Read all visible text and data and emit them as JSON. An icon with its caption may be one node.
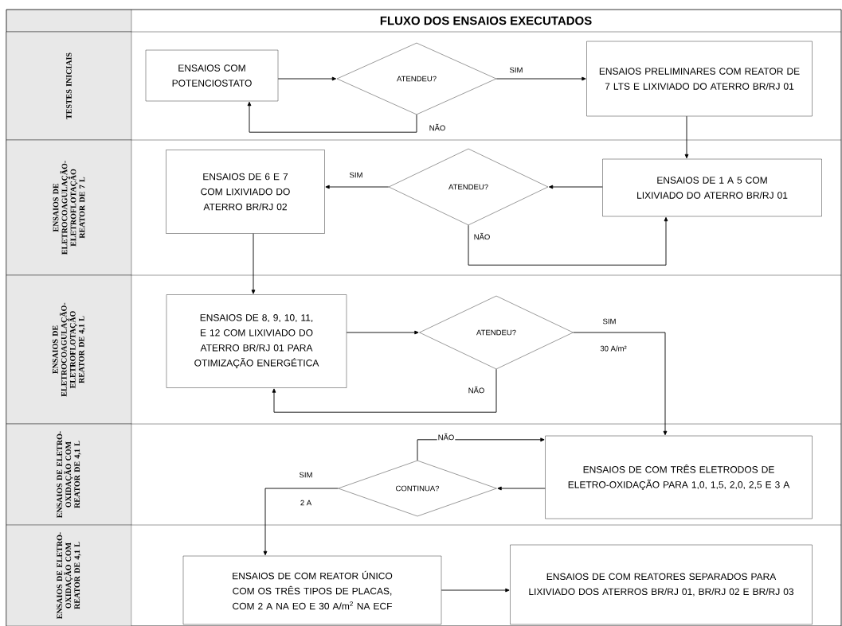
{
  "diagram": {
    "title": "FLUXO DOS ENSAIOS EXECUTADOS",
    "nodes": [
      {
        "text": [
          "TESTES INICIAIS"
        ]
      },
      {
        "text": [
          "ENSAIOS DE ELETROCOAGULAÇÃO-ELETROFLOTAÇÃO REATOR DE 7 L"
        ]
      },
      {
        "text": [
          "ENSAIOS DE ELETROCOAGULAÇÃO-ELETROFLOTAÇÃO REATOR DE 4,1 L"
        ]
      },
      {
        "text": [
          "ENSAIOS DE ELETRO-OXIDAÇÃO COM REATOR DE 4,1 L"
        ]
      },
      {
        "text": [
          "ENSAIOS DE ELETRO-OXIDAÇÃO COM REATOR DE 4,1 L"
        ]
      },
      {
        "text": [
          "ENSAIOS COM POTENCIOSTATO"
        ]
      },
      {
        "text": [
          "ATENDEU?"
        ]
      },
      {
        "text": [
          "ENSAIOS PRELIMINARES COM REATOR DE 7 LTS E LIXIVIADO DO ATERRO BR/RJ 01"
        ]
      },
      {
        "text": [
          "ENSAIOS DE 1 A 5 COM LIXIVIADO DO ATERRO BR/RJ 01"
        ]
      },
      {
        "text": [
          "ATENDEU?"
        ]
      },
      {
        "text": [
          "ENSAIOS DE 6 E 7 COM LIXIVIADO DO ATERRO BR/RJ 02"
        ]
      },
      {
        "text": [
          "ENSAIOS DE 8, 9, 10, 11, E 12 COM LIXIVIADO DO ATERRO BR/RJ 01 PARA OTIMIZAÇÃO ENERGÉTICA"
        ]
      },
      {
        "text": [
          "ATENDEU?"
        ]
      },
      {
        "text": [
          "ENSAIOS DE COM TRÊS ELETRODOS DE ELETRO-OXIDAÇÃO PARA 1,0, 1,5, 2,0, 2,5 E 3 A"
        ]
      },
      {
        "text": [
          "CONTINUA?"
        ]
      },
      {
        "text": [
          "ENSAIOS DE COM REATOR ÚNICO COM OS TRÊS TIPOS DE PLACAS, COM 2 A NA EO E 30 A/m$^{2}$ NA ECF"
        ]
      },
      {
        "text": [
          "ENSAIOS DE COM REATORES SEPARADOS PARA LIXIVIADO DOS ATERROS BR/RJ 01, BR/RJ 02 E BR/RJ 03"
        ]
      }
    ],
    "edges": [
      {
        "from": 5,
        "to": 6,
        "arrow": "to"
      },
      {
        "from": 6,
        "to": 7,
        "arrow": "to",
        "label": "SIM"
      },
      {
        "from": 6,
        "to": 5,
        "arrow": "to",
        "label": "NÃO"
      },
      {
        "from": 7,
        "to": 8,
        "arrow": "to"
      },
      {
        "from": 8,
        "to": 9,
        "arrow": "to"
      },
      {
        "from": 9,
        "to": 10,
        "arrow": "to",
        "label": "SIM"
      },
      {
        "from": 9,
        "to": 8,
        "arrow": "to",
        "label": "NÃO"
      },
      {
        "from": 10,
        "to": 11,
        "arrow": "to"
      },
      {
        "from": 11,
        "to": 12,
        "arrow": "to"
      },
      {
        "from": 12,
        "to": 13,
        "arrow": "to",
        "label": "SIM"
      },
      {
        "from": 12,
        "to": 11,
        "arrow": "to",
        "label": "NÃO"
      },
      {
        "from": 13,
        "to": 14,
        "arrow": "to"
      },
      {
        "from": 14,
        "to": 13,
        "arrow": "to",
        "label": "NÃO"
      },
      {
        "from": 14,
        "to": 15,
        "arrow": "to",
        "label": "SIM"
      },
      {
        "from": 15,
        "to": 16,
        "arrow": "to"
      }
    ],
    "labels": [
      "30 A/m²",
      "2 A"
    ]
  }
}
